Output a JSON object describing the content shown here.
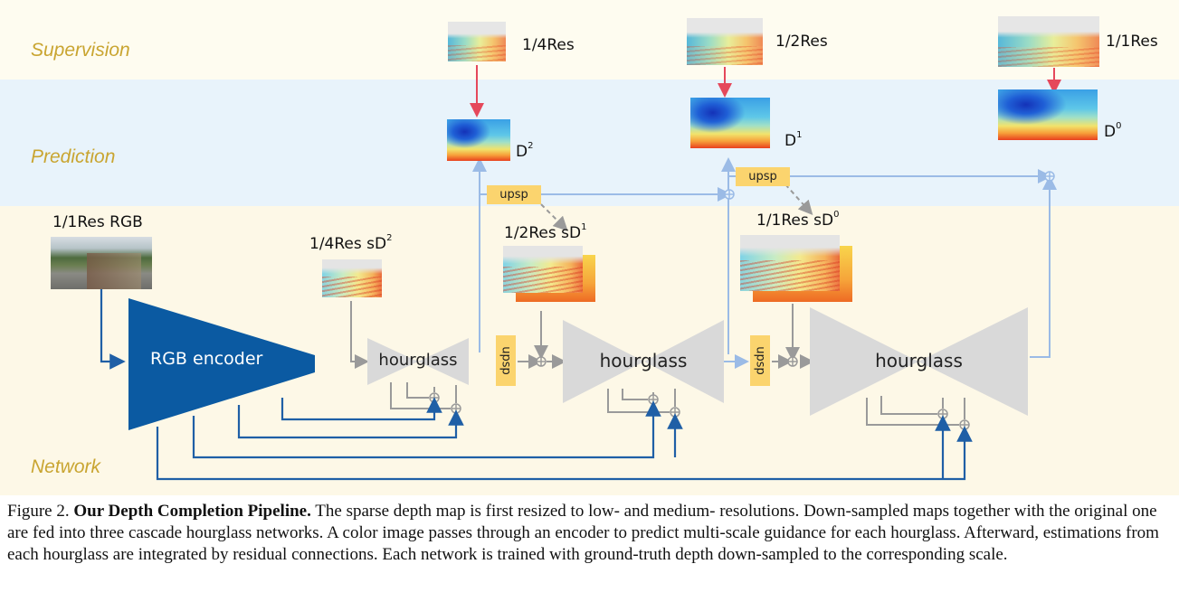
{
  "bands": {
    "supervision": "Supervision",
    "prediction": "Prediction",
    "network": "Network"
  },
  "supervision": {
    "quarter": "1/4Res",
    "half": "1/2Res",
    "full": "1/1Res"
  },
  "prediction": {
    "d2": "D",
    "d2_sup": "2",
    "d1": "D",
    "d1_sup": "1",
    "d0": "D",
    "d0_sup": "0",
    "upsample_1": "upsp",
    "upsample_2": "upsp"
  },
  "network": {
    "rgb_label": "1/1Res RGB",
    "sd2_label": "1/4Res sD",
    "sd2_sup": "2",
    "sd1_label": "1/2Res sD",
    "sd1_sup": "1",
    "sd0_label": "1/1Res sD",
    "sd0_sup": "0",
    "encoder": "RGB encoder",
    "hourglass_1": "hourglass",
    "hourglass_2": "hourglass",
    "hourglass_3": "hourglass",
    "upsample_v1": "upsp",
    "upsample_v2": "upsp"
  },
  "colors": {
    "encoder": "#0b5aa2",
    "blue_wire": "#1f5fa6",
    "light_wire": "#9bbbe6",
    "gray_wire": "#9a9a9a",
    "hourglass": "#d9d9d9",
    "red_arrow": "#e5485b",
    "badge": "#fbd46e"
  },
  "caption": {
    "figure_no": "Figure 2.",
    "title": "Our Depth Completion Pipeline.",
    "body": "The sparse depth map is first resized to low- and medium- resolutions. Down-sampled maps together with the original one are fed into three cascade hourglass networks. A color image passes through an encoder to predict multi-scale guidance for each hourglass. Afterward, estimations from each hourglass are integrated by residual connections. Each network is trained with ground-truth depth down-sampled to the corresponding scale."
  }
}
